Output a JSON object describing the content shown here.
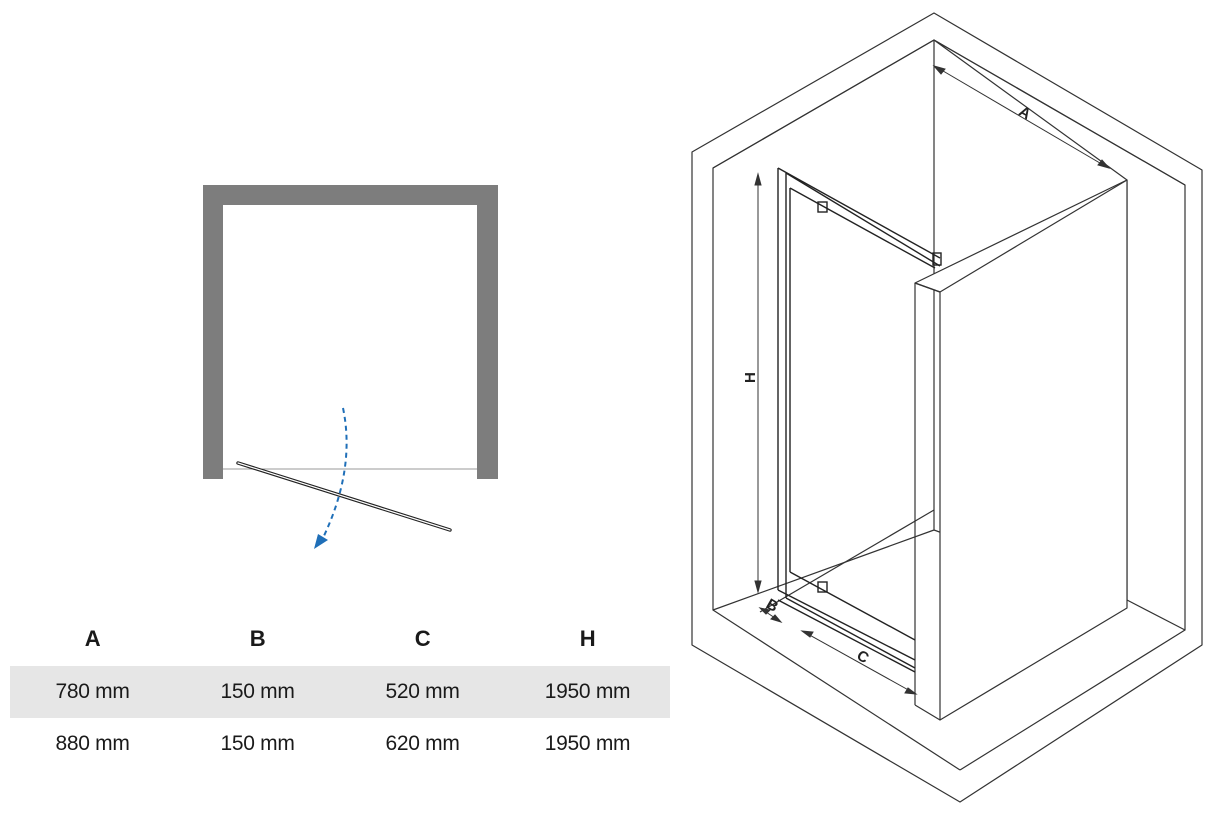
{
  "dimension_labels": {
    "a": "A",
    "b": "B",
    "c": "C",
    "h": "H"
  },
  "table": {
    "headers": [
      "A",
      "B",
      "C",
      "H"
    ],
    "rows": [
      [
        "780 mm",
        "150 mm",
        "520 mm",
        "1950 mm"
      ],
      [
        "880 mm",
        "150 mm",
        "620 mm",
        "1950 mm"
      ]
    ]
  },
  "colors": {
    "wall_plan": "#7d7d7d",
    "swing_arrow": "#1f6fb8",
    "row_shade": "#e6e6e6",
    "line": "#333333"
  },
  "icons": {
    "swing": "dashed-curved-arrow"
  }
}
